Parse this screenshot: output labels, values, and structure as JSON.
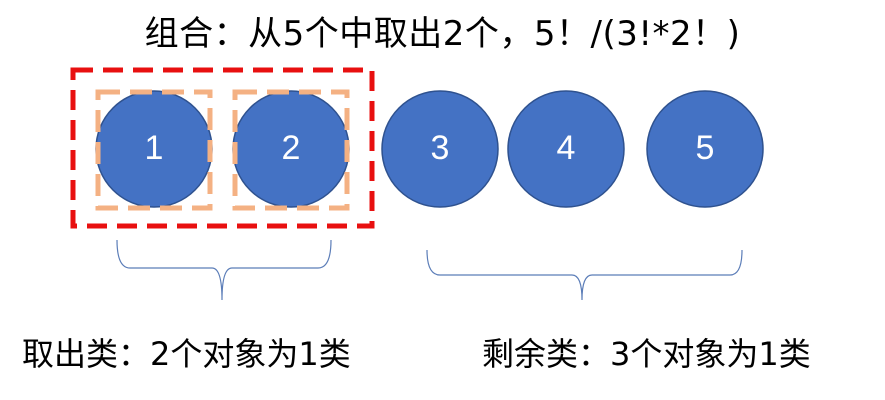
{
  "title": "组合：从5个中取出2个，5！/(3!*2！)",
  "balls": [
    {
      "label": "1",
      "selected": true
    },
    {
      "label": "2",
      "selected": true
    },
    {
      "label": "3",
      "selected": false
    },
    {
      "label": "4",
      "selected": false
    },
    {
      "label": "5",
      "selected": false
    }
  ],
  "groups": {
    "selected": {
      "label": "取出类：2个对象为1类"
    },
    "remaining": {
      "label": "剩余类：3个对象为1类"
    }
  },
  "colors": {
    "ball_fill": "#4472C4",
    "ball_stroke": "#2F528F",
    "selection_box": "#E81010",
    "item_box": "#F4B183",
    "brace": "#5B7DB8"
  }
}
